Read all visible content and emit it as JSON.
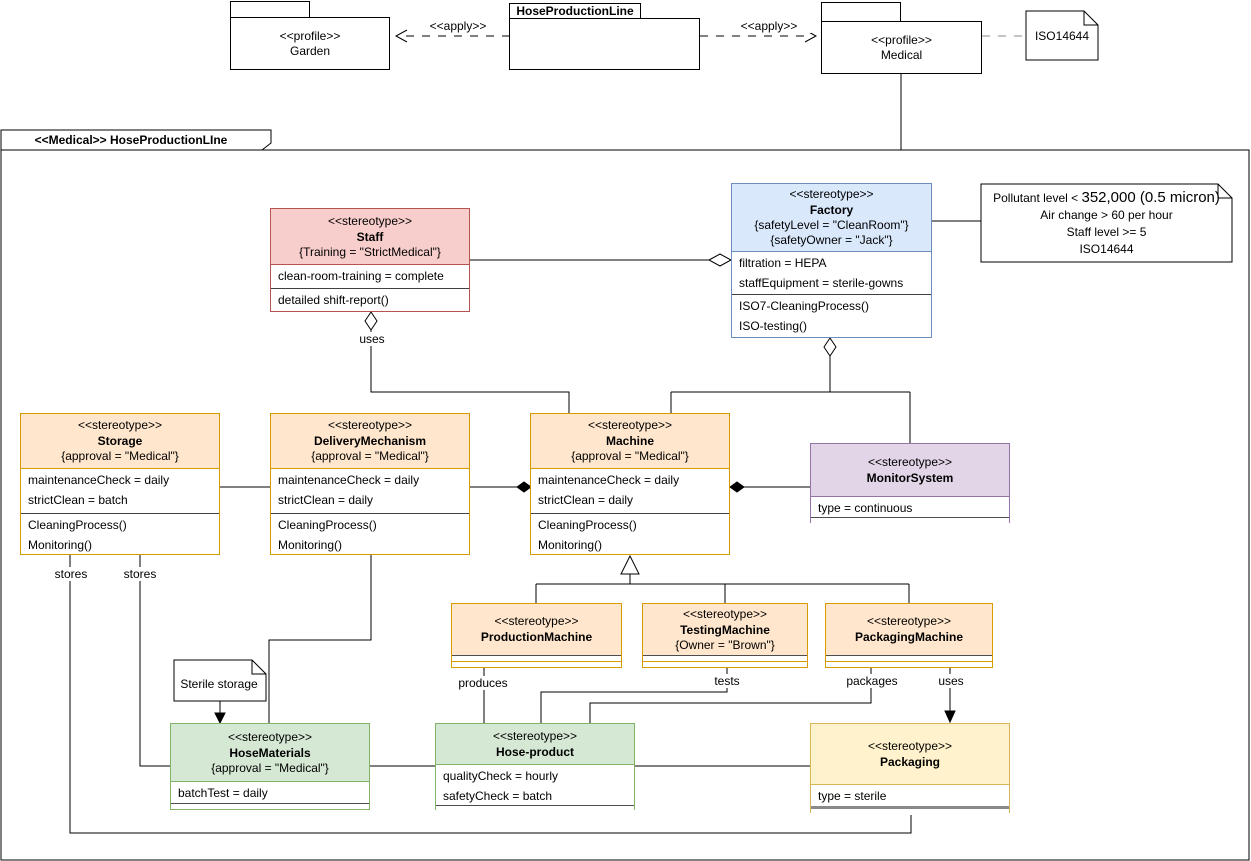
{
  "frame": {
    "title": "<<Medical>> HoseProductionLIne"
  },
  "packages": {
    "garden": {
      "stereotype": "<<profile>>",
      "name": "Garden"
    },
    "hose_production_line": {
      "name": "HoseProductionLine"
    },
    "medical": {
      "stereotype": "<<profile>>",
      "name": "Medical"
    }
  },
  "notes": {
    "iso14644": "ISO14644",
    "factory_note": {
      "line1_small": "Pollutant level < ",
      "line1_large": "352,000 (0.5 micron)",
      "line2": "Air change > 60 per hour",
      "line3": "Staff level >= 5",
      "line4": "ISO14644"
    },
    "sterile_storage": "Sterile storage"
  },
  "edge_labels": {
    "apply_left": "<<apply>>",
    "apply_right": "<<apply>>",
    "uses": "uses",
    "stores_1": "stores",
    "stores_2": "stores",
    "produces": "produces",
    "tests": "tests",
    "packages": "packages",
    "uses_packaging": "uses"
  },
  "classes": {
    "staff": {
      "stereotype": "<<stereotype>>",
      "name": "Staff",
      "constraints": [
        "{Training = \"StrictMedical\"}"
      ],
      "attributes": [
        "clean-room-training = complete"
      ],
      "operations": [
        "detailed shift-report()"
      ]
    },
    "factory": {
      "stereotype": "<<stereotype>>",
      "name": "Factory",
      "constraints": [
        "{safetyLevel = \"CleanRoom\"}",
        "{safetyOwner = \"Jack\"}"
      ],
      "attributes": [
        "filtration = HEPA",
        "staffEquipment = sterile-gowns"
      ],
      "operations": [
        "ISO7-CleaningProcess()",
        "ISO-testing()"
      ]
    },
    "storage": {
      "stereotype": "<<stereotype>>",
      "name": "Storage",
      "constraints": [
        "{approval = \"Medical\"}"
      ],
      "attributes": [
        "maintenanceCheck = daily",
        "strictClean = batch"
      ],
      "operations": [
        "CleaningProcess()",
        "Monitoring()"
      ]
    },
    "delivery_mechanism": {
      "stereotype": "<<stereotype>>",
      "name": "DeliveryMechanism",
      "constraints": [
        "{approval = \"Medical\"}"
      ],
      "attributes": [
        "maintenanceCheck = daily",
        "strictClean = daily"
      ],
      "operations": [
        "CleaningProcess()",
        "Monitoring()"
      ]
    },
    "machine": {
      "stereotype": "<<stereotype>>",
      "name": "Machine",
      "constraints": [
        "{approval = \"Medical\"}"
      ],
      "attributes": [
        "maintenanceCheck = daily",
        "strictClean = daily"
      ],
      "operations": [
        "CleaningProcess()",
        "Monitoring()"
      ]
    },
    "monitor_system": {
      "stereotype": "<<stereotype>>",
      "name": "MonitorSystem",
      "attributes": [
        "type = continuous"
      ]
    },
    "production_machine": {
      "stereotype": "<<stereotype>>",
      "name": "ProductionMachine"
    },
    "testing_machine": {
      "stereotype": "<<stereotype>>",
      "name": "TestingMachine",
      "constraints": [
        "{Owner = \"Brown\"}"
      ]
    },
    "packaging_machine": {
      "stereotype": "<<stereotype>>",
      "name": "PackagingMachine"
    },
    "hose_materials": {
      "stereotype": "<<stereotype>>",
      "name": "HoseMaterials",
      "constraints": [
        "{approval = \"Medical\"}"
      ],
      "attributes": [
        "batchTest = daily"
      ]
    },
    "hose_product": {
      "stereotype": "<<stereotype>>",
      "name": "Hose-product",
      "attributes": [
        "qualityCheck = hourly",
        "safetyCheck = batch"
      ]
    },
    "packaging": {
      "stereotype": "<<stereotype>>",
      "name": "Packaging",
      "attributes": [
        "type = sterile"
      ]
    }
  },
  "palette": {
    "red": {
      "fill": "#f8cecc",
      "stroke": "#b85450"
    },
    "blue": {
      "fill": "#dae8fc",
      "stroke": "#6c8ebf"
    },
    "orange": {
      "fill": "#ffe6cc",
      "stroke": "#d79b00"
    },
    "purple": {
      "fill": "#e1d5e7",
      "stroke": "#9673a6"
    },
    "green": {
      "fill": "#d5e8d4",
      "stroke": "#82b366"
    },
    "yellow": {
      "fill": "#fff2cc",
      "stroke": "#d6b656"
    }
  }
}
